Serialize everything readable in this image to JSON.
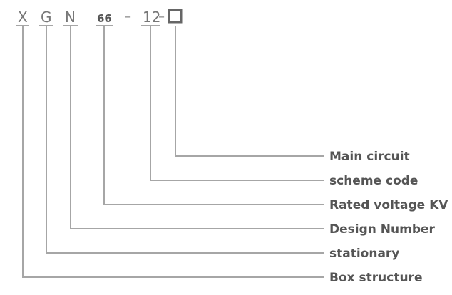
{
  "code": {
    "c1": "X",
    "c2": "G",
    "c3": "N",
    "c4": "66",
    "dash1": "–",
    "c5": "12",
    "dash2": "–",
    "box_icon": "empty-square"
  },
  "labels": {
    "main_circuit": "Main circuit",
    "scheme_code": "scheme code",
    "rated_voltage": "Rated voltage KV",
    "design_number": "Design Number",
    "stationary": "stationary",
    "box_structure": "Box structure"
  },
  "colors": {
    "line": "#a6a6a6",
    "text": "#555555"
  }
}
